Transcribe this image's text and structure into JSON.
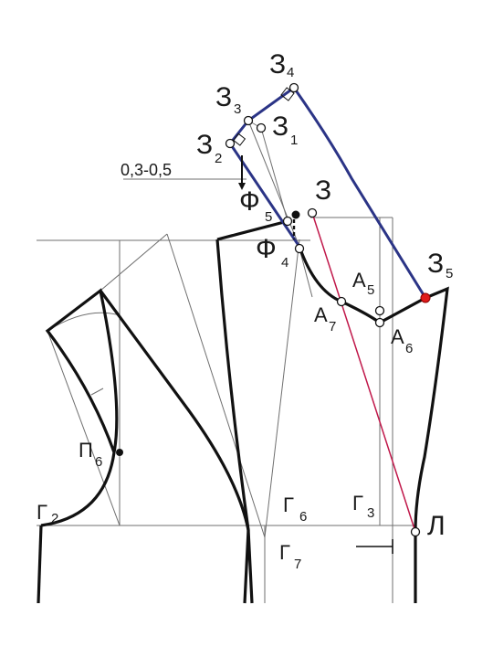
{
  "colors": {
    "blue_contour": "#2b3486",
    "red_line": "#c0184a",
    "red_point": "#e01b1b",
    "outline": "#111111",
    "guide": "#6f6f6f"
  },
  "labels": {
    "z4": {
      "main": "З",
      "sub": "4"
    },
    "z3": {
      "main": "З",
      "sub": "3"
    },
    "z1": {
      "main": "З",
      "sub": "1"
    },
    "z2": {
      "main": "З",
      "sub": "2"
    },
    "z": {
      "main": "З",
      "sub": ""
    },
    "z5": {
      "main": "З",
      "sub": "5"
    },
    "f5": {
      "main": "Ф",
      "sub": "5"
    },
    "f4": {
      "main": "Ф",
      "sub": "4"
    },
    "a5": {
      "main": "А",
      "sub": "5"
    },
    "a7": {
      "main": "А",
      "sub": "7"
    },
    "a6": {
      "main": "А",
      "sub": "6"
    },
    "p6": {
      "main": "П",
      "sub": "6"
    },
    "g2": {
      "main": "Г",
      "sub": "2"
    },
    "g6": {
      "main": "Г",
      "sub": "6"
    },
    "g3": {
      "main": "Г",
      "sub": "3"
    },
    "g7": {
      "main": "Г",
      "sub": "7"
    },
    "l": {
      "main": "Л",
      "sub": ""
    }
  },
  "dimension_text": "0,3-0,5"
}
